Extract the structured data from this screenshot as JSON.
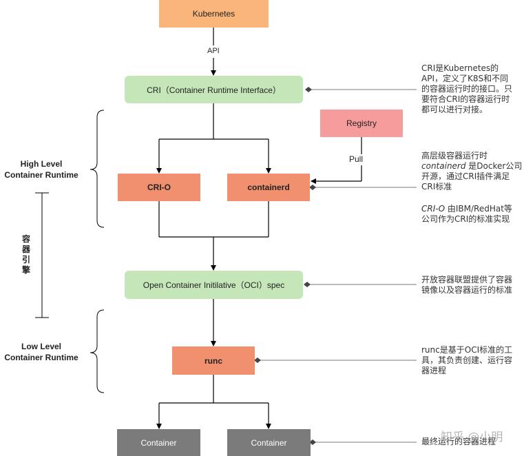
{
  "nodes": {
    "kubernetes": "Kubernetes",
    "cri": "CRI（Container Runtime Interface）",
    "registry": "Registry",
    "crio": "CRI-O",
    "containerd": "containerd",
    "oci": "Open Container Initilative（OCI）spec",
    "runc": "runc",
    "container1": "Container",
    "container2": "Container"
  },
  "edge_labels": {
    "api": "API",
    "pull": "Pull"
  },
  "side_labels": {
    "high_level_1": "High Level",
    "high_level_2": "Container Runtime",
    "low_level_1": "Low Level",
    "low_level_2": "Container Runtime",
    "engine": [
      "容",
      "器",
      "引",
      "擎"
    ]
  },
  "notes": {
    "cri": [
      "CRI是Kubernetes的",
      "API，定义了K8S和不同",
      "的容器运行时的接口。只",
      "要符合CRI的容器运行时",
      "都可以进行对接。"
    ],
    "high_level_line1": "高层级容器运行时",
    "high_level_containerd_em": "containerd",
    "high_level_containerd_rest": " 是Docker公司",
    "high_level_line3": "开源，通过CRI插件满足",
    "high_level_line4": "CRI标准",
    "crio_em": "CRI-O",
    "crio_rest": " 由IBM/RedHat等",
    "crio_line2": "公司作为CRI的标准实现",
    "oci": [
      "开放容器联盟提供了容器",
      "镜像以及容器运行的标准"
    ],
    "runc": [
      "runc是基于OCI标准的工",
      "具，其负责创建、运行容",
      "器进程"
    ],
    "container": "最终运行的容器进程"
  },
  "watermark": "知乎 @小明"
}
